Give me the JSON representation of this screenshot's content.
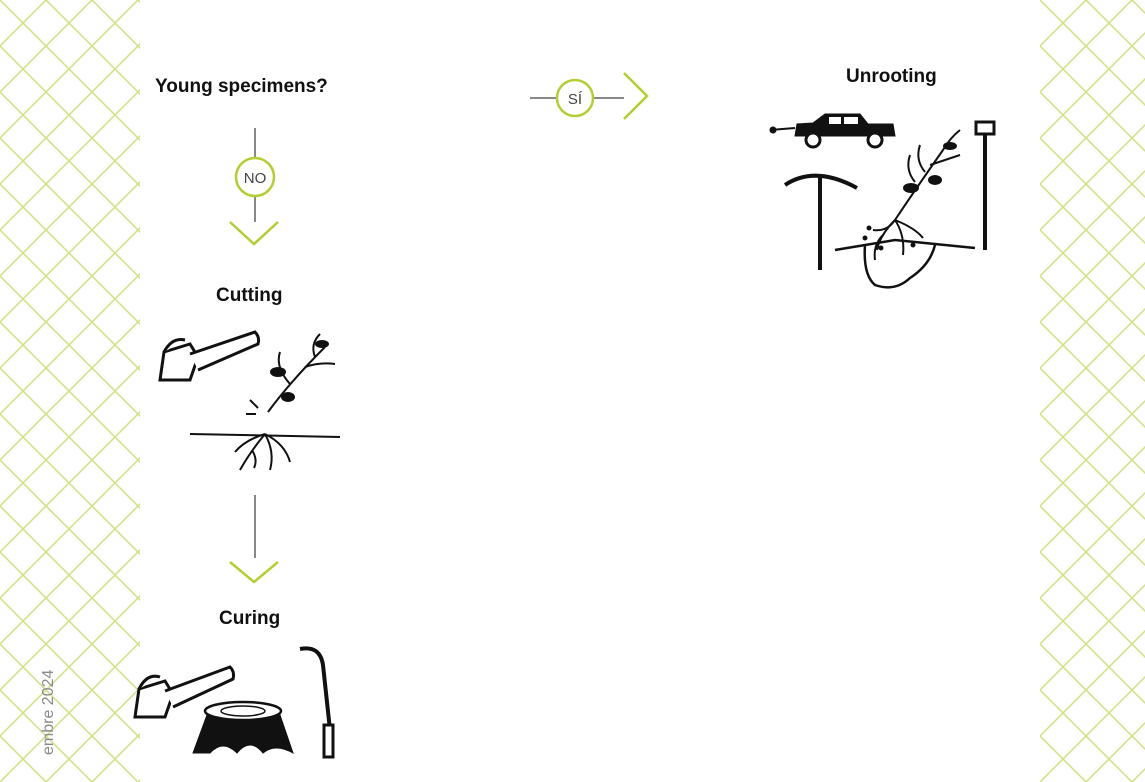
{
  "nodes": {
    "question": "Young specimens?",
    "unrooting": "Unrooting",
    "cutting": "Cutting",
    "curing": "Curing"
  },
  "branches": {
    "yes": "SÍ",
    "no": "NO"
  },
  "footer_text": "embre 2024",
  "colors": {
    "accent": "#b5cc34",
    "pattern": "#d4e08a",
    "connector": "#888888",
    "ink": "#111111"
  },
  "icons": [
    "chainsaw-icon",
    "sapling-icon",
    "truck-icon",
    "pickaxe-icon",
    "shovel-icon",
    "tree-stump-icon",
    "machete-icon"
  ]
}
